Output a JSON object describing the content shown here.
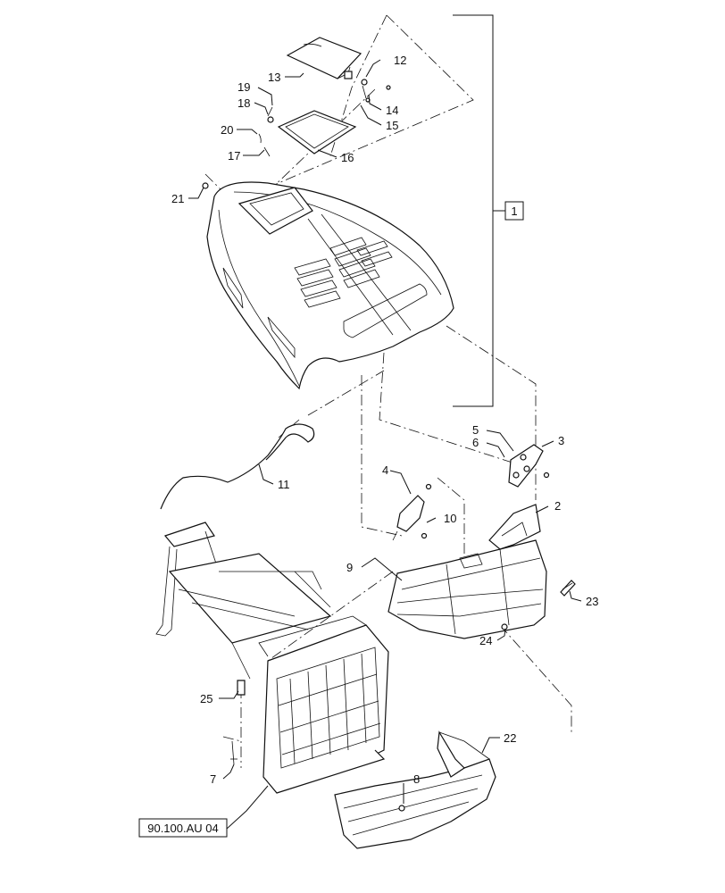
{
  "callouts": {
    "c1": "1",
    "c2": "2",
    "c3": "3",
    "c4": "4",
    "c5": "5",
    "c6": "6",
    "c7": "7",
    "c8": "8",
    "c9": "9",
    "c10": "10",
    "c11": "11",
    "c12": "12",
    "c13": "13",
    "c14": "14",
    "c15": "15",
    "c16": "16",
    "c17": "17",
    "c18": "18",
    "c19": "19",
    "c20": "20",
    "c21": "21",
    "c22": "22",
    "c23": "23",
    "c24": "24",
    "c25": "25"
  },
  "reference": "90.100.AU 04"
}
